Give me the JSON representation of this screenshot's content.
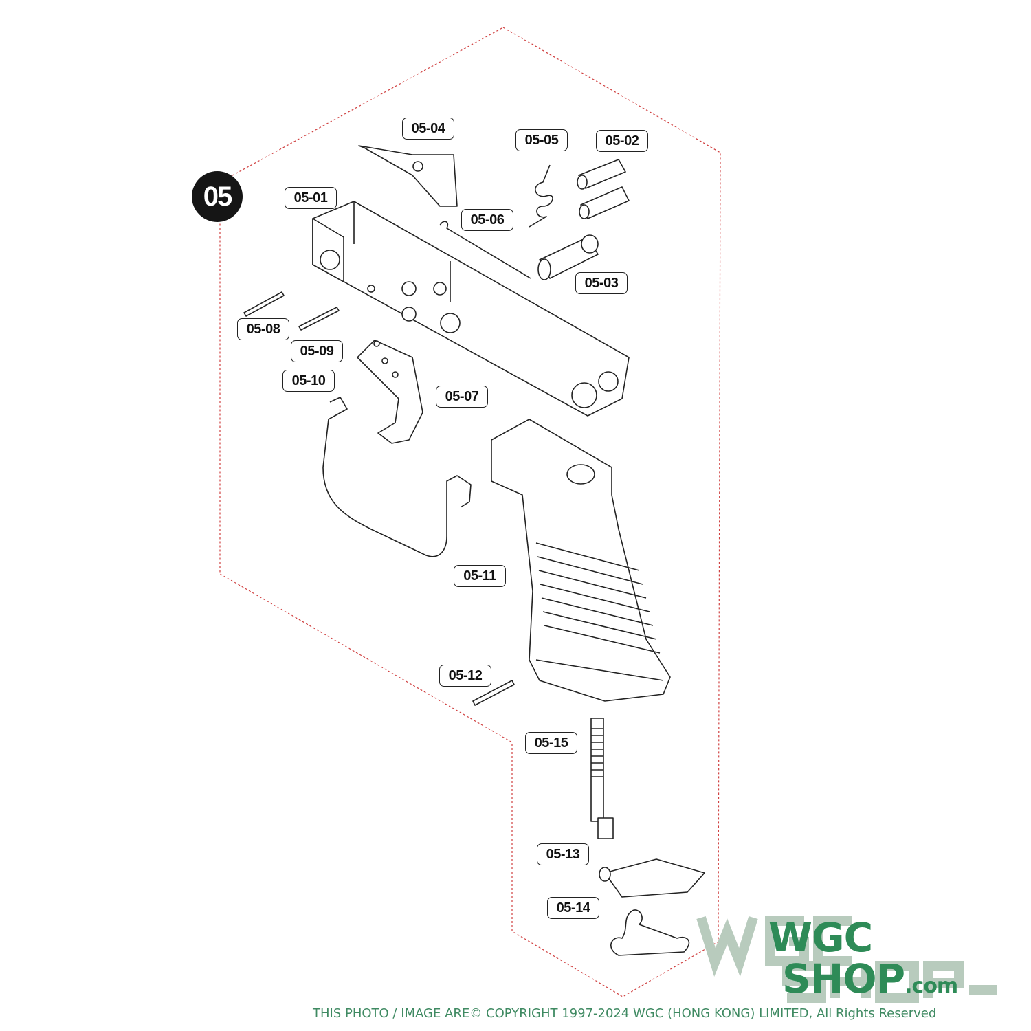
{
  "diagram": {
    "group_badge": "05",
    "parts": [
      {
        "id": "05-01"
      },
      {
        "id": "05-02"
      },
      {
        "id": "05-03"
      },
      {
        "id": "05-04"
      },
      {
        "id": "05-05"
      },
      {
        "id": "05-06"
      },
      {
        "id": "05-07"
      },
      {
        "id": "05-08"
      },
      {
        "id": "05-09"
      },
      {
        "id": "05-10"
      },
      {
        "id": "05-11"
      },
      {
        "id": "05-12"
      },
      {
        "id": "05-13"
      },
      {
        "id": "05-14"
      },
      {
        "id": "05-15"
      }
    ],
    "outline_color": "#d04040"
  },
  "watermark": {
    "logo_top": "WGC",
    "logo_bottom": "SHOP",
    "logo_suffix": ".com",
    "copyright": "THIS PHOTO / IMAGE ARE© COPYRIGHT 1997-2024 WGC (HONG KONG) LIMITED, All Rights Reserved",
    "color": "#2e8b57"
  }
}
